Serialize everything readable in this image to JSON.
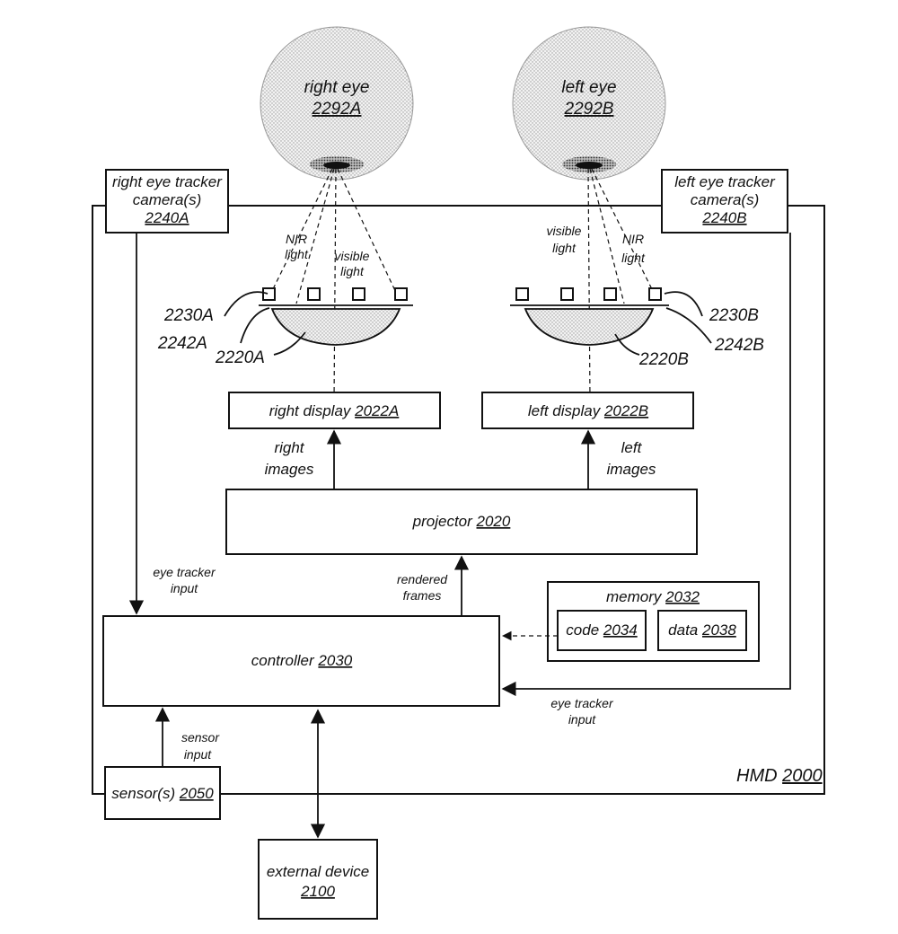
{
  "hmd": {
    "label": "HMD",
    "ref": "2000"
  },
  "right_eye": {
    "label": "right eye",
    "ref": "2292A"
  },
  "left_eye": {
    "label": "left eye",
    "ref": "2292B"
  },
  "right_tracker": {
    "line1": "right eye tracker",
    "line2": "camera(s)",
    "ref": "2240A"
  },
  "left_tracker": {
    "line1": "left eye tracker",
    "line2": "camera(s)",
    "ref": "2240B"
  },
  "light_labels": {
    "nir_a_1": "NIR",
    "nir_a_2": "light",
    "vis_a_1": "visible",
    "vis_a_2": "light",
    "vis_b_1": "visible",
    "vis_b_2": "light",
    "nir_b_1": "NIR",
    "nir_b_2": "light"
  },
  "refs": {
    "r2230A": "2230A",
    "r2242A": "2242A",
    "r2220A": "2220A",
    "r2230B": "2230B",
    "r2242B": "2242B",
    "r2220B": "2220B"
  },
  "right_display": {
    "label": "right display",
    "ref": "2022A"
  },
  "left_display": {
    "label": "left display",
    "ref": "2022B"
  },
  "right_images": {
    "line1": "right",
    "line2": "images"
  },
  "left_images": {
    "line1": "left",
    "line2": "images"
  },
  "projector": {
    "label": "projector",
    "ref": "2020"
  },
  "rendered_frames": {
    "line1": "rendered",
    "line2": "frames"
  },
  "memory": {
    "label": "memory",
    "ref": "2032"
  },
  "code": {
    "label": "code",
    "ref": "2034"
  },
  "data_box": {
    "label": "data",
    "ref": "2038"
  },
  "controller": {
    "label": "controller",
    "ref": "2030"
  },
  "eye_tracker_input_left": {
    "line1": "eye tracker",
    "line2": "input"
  },
  "eye_tracker_input_right": {
    "line1": "eye tracker",
    "line2": "input"
  },
  "sensor_input": {
    "line1": "sensor",
    "line2": "input"
  },
  "sensors": {
    "label": "sensor(s)",
    "ref": "2050"
  },
  "external_device": {
    "line1": "external device",
    "ref": "2100"
  }
}
